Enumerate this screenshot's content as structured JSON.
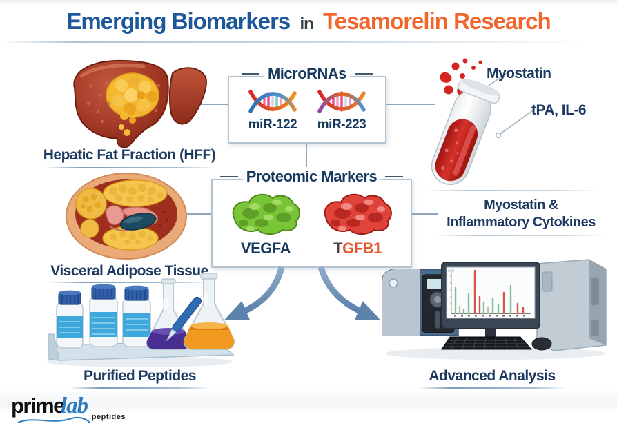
{
  "title": {
    "segments": [
      {
        "text": "Emerging Biomarkers",
        "color": "#1d5799"
      },
      {
        "text": "in",
        "color": "#333f48"
      },
      {
        "text": "Tesamorelin Research",
        "color": "#f0662c"
      }
    ]
  },
  "micrornas": {
    "box_title": "MicroRNAs",
    "items": [
      {
        "label": "miR-122",
        "icon": "dna-helix-icon"
      },
      {
        "label": "miR-223",
        "icon": "dna-helix-icon"
      }
    ]
  },
  "proteomic": {
    "box_title": "Proteomic Markers",
    "vegfa_label": "VEGFA",
    "tgfb1_t": "T",
    "tgfb1_rest": "GFB1",
    "icons": [
      "protein-blob-green",
      "protein-blob-red"
    ]
  },
  "labels": {
    "hff": "Hepatic Fat Fraction (HFF)",
    "visceral": "Visceral Adipose Tissue",
    "purified": "Purified Peptides",
    "advanced": "Advanced Analysis"
  },
  "tube": {
    "label_top": "Myostatin",
    "label_side": "tPA, IL-6",
    "caption_line1": "Myostatin &",
    "caption_line2": "Inflammatory Cytokines"
  },
  "logo": {
    "prime": "prime",
    "lab": "lab",
    "peptides": "peptides"
  },
  "illustrations": [
    "fatty-liver",
    "abdominal-cross-section",
    "blood-test-tube",
    "peptide-vials-and-flasks",
    "hplc-computer-workstation"
  ],
  "colors": {
    "title_blue": "#1d5799",
    "title_orange": "#f0662c",
    "label_navy": "#1c3a5f",
    "box_border": "#b3c3cf",
    "connector": "#8ea7be",
    "arrow_blue": "#5d83ad",
    "tgfb1_orange_red": "#e8542b",
    "protein_green": "#79c437",
    "protein_red": "#e0433a",
    "liver_red": "#a63a28",
    "fat_yellow": "#f3b82f",
    "blood_red": "#c5201d",
    "logo_blue": "#2b7dc0"
  }
}
